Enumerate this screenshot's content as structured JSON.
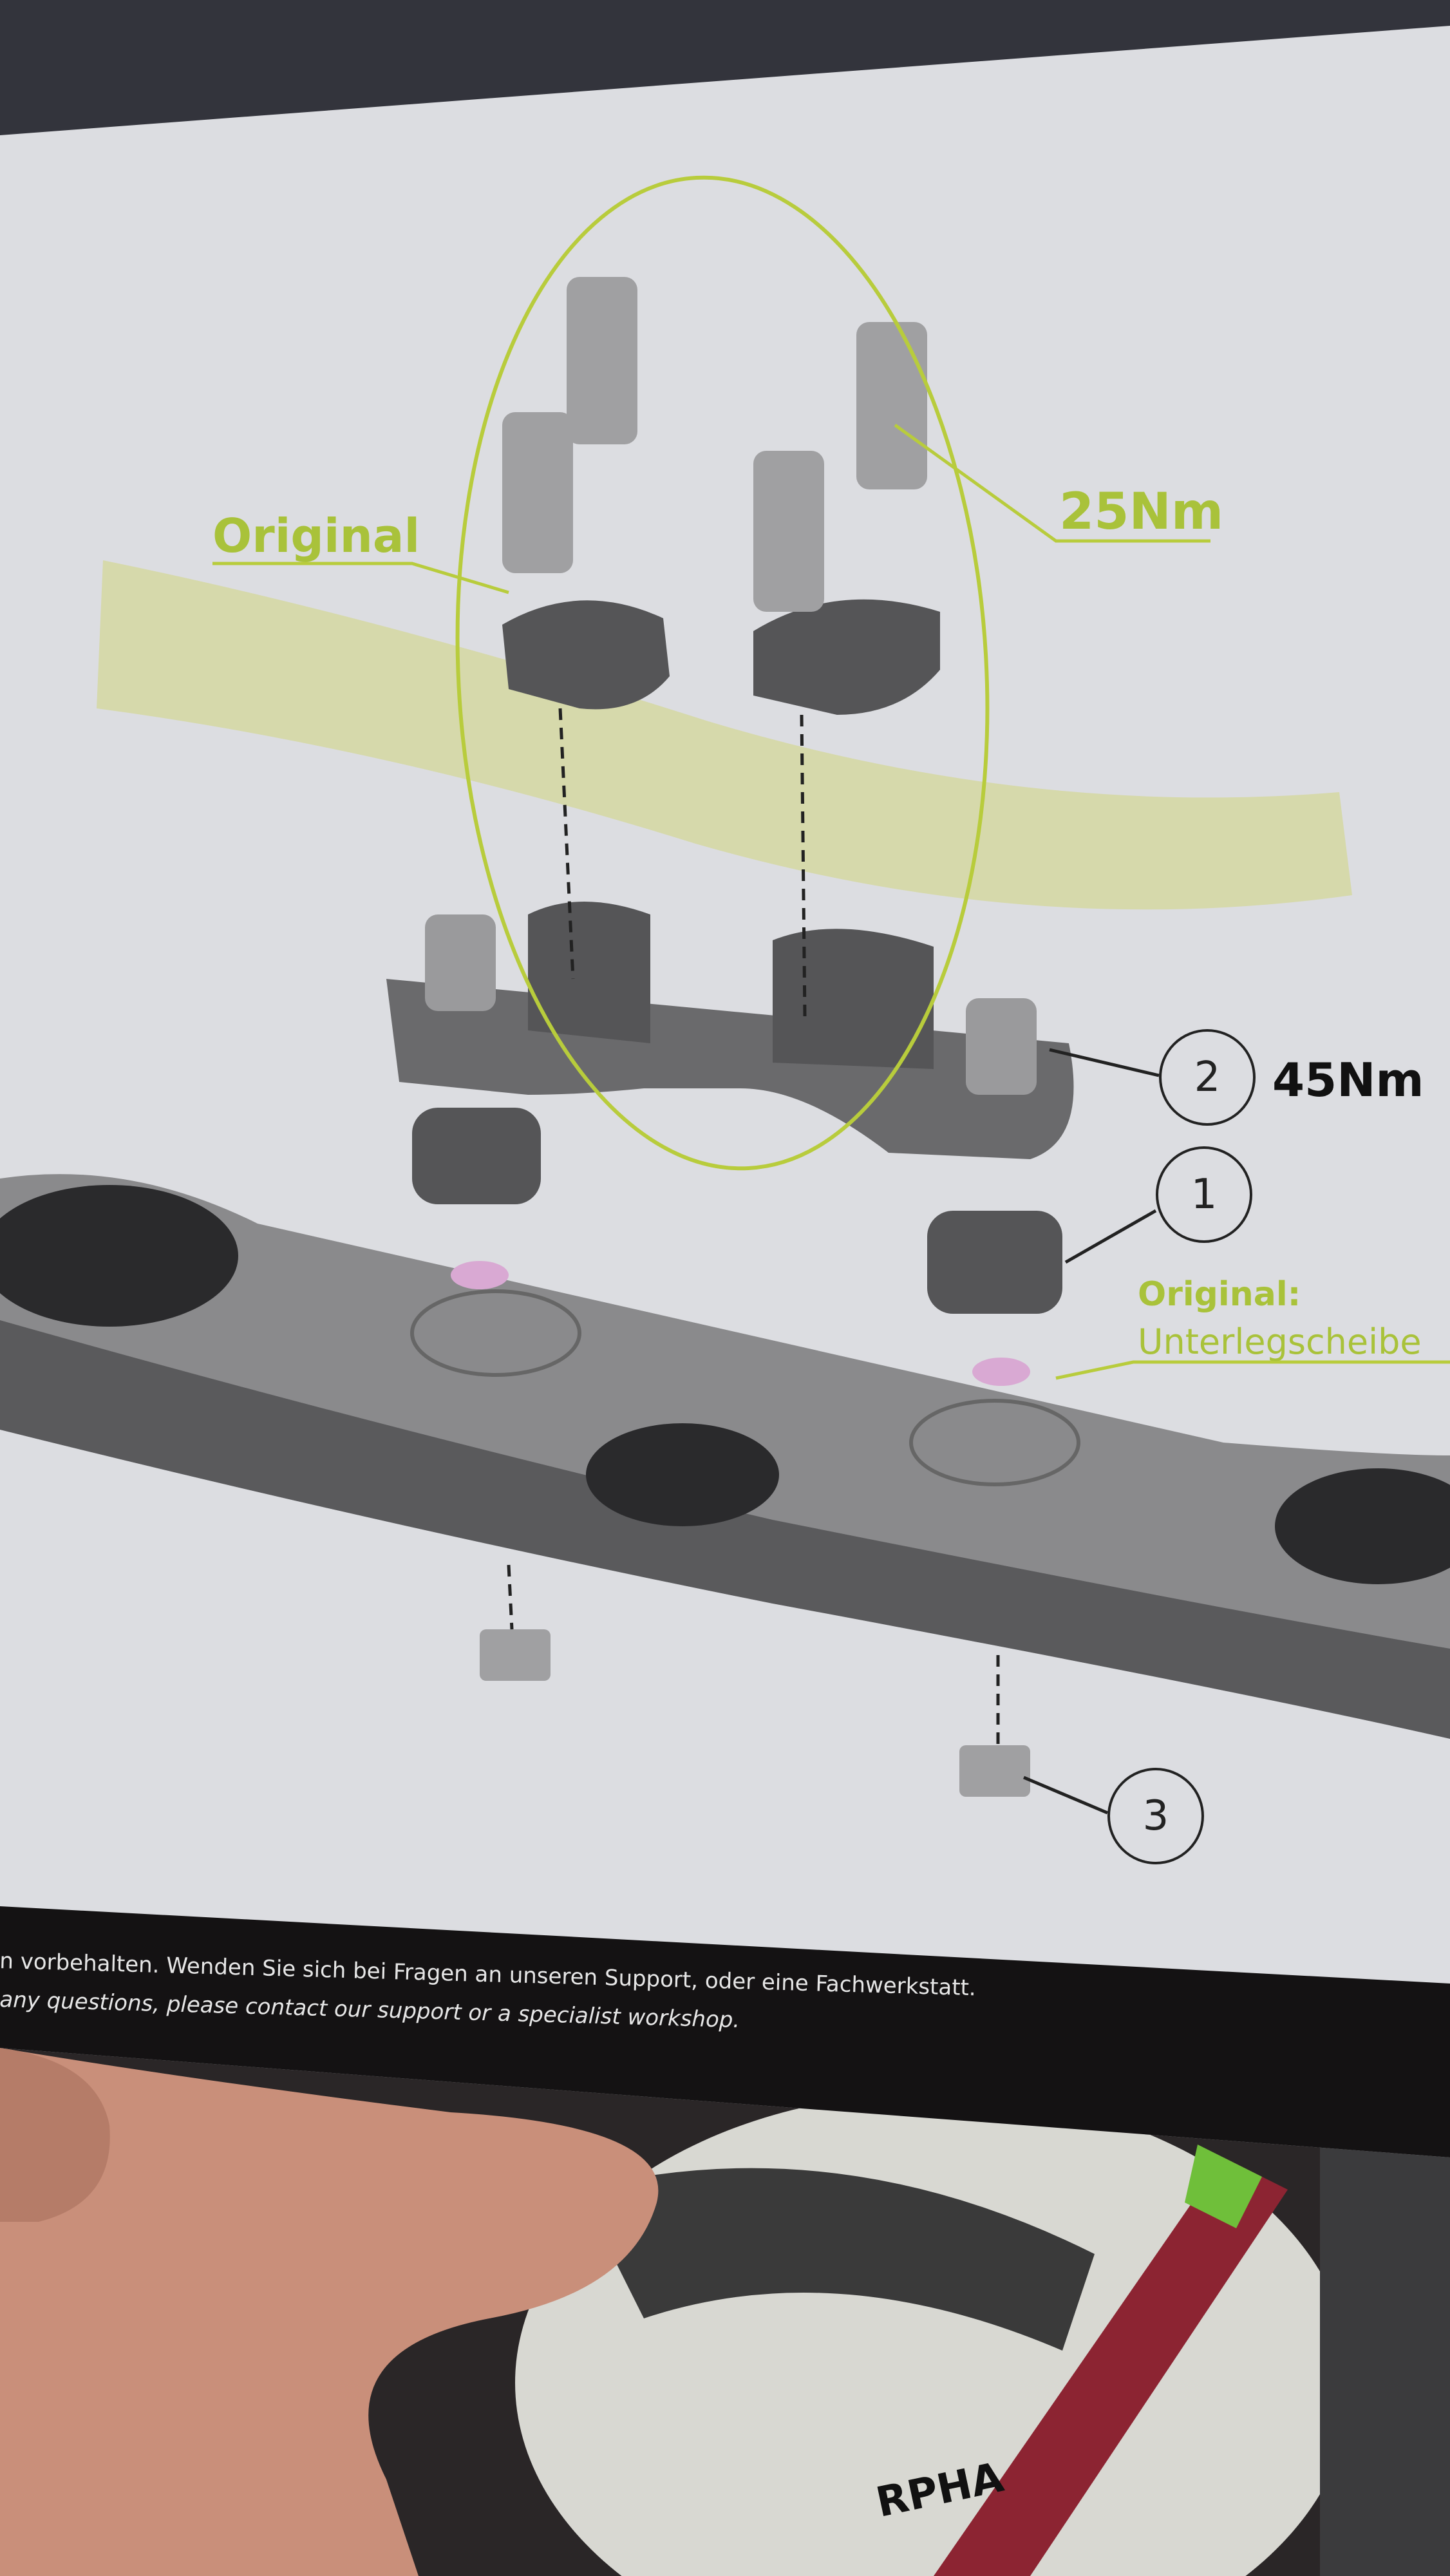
{
  "labels": {
    "original_handlebar_clamp": "Original",
    "torque_top_bolts": "25Nm",
    "callout_2": "2",
    "torque_2": "45Nm",
    "callout_1": "1",
    "original_washer_title": "Original:",
    "original_washer_text": "Unterlegscheibe",
    "callout_3": "3"
  },
  "footer": {
    "line_de": "n vorbehalten. Wenden Sie sich bei Fragen an unseren Support, oder eine Fachwerkstatt.",
    "line_en": "any questions, please contact our support or a specialist workshop."
  },
  "helmet_text": "RPHA",
  "colors": {
    "paper": "#dcdde1",
    "accent_green": "#a9c23a",
    "handlebar": "#d9dcae",
    "part_gray": "#8a8a8c",
    "footer_band": "#141213"
  }
}
